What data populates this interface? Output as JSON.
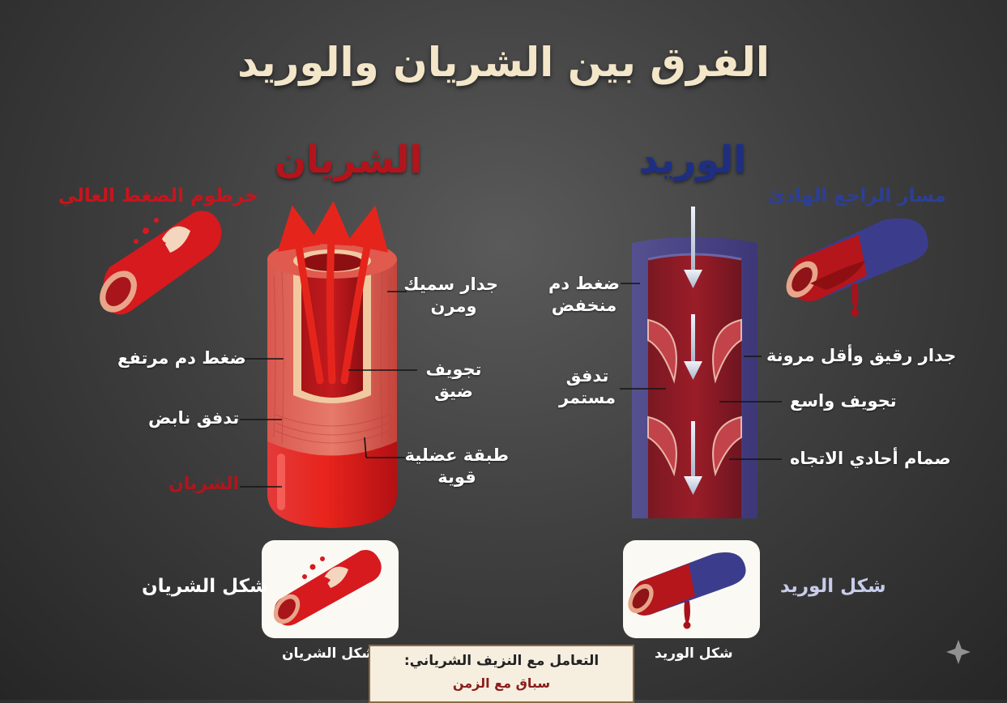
{
  "title": "الفرق بين الشريان والوريد",
  "artery": {
    "heading": "الشريان",
    "side_title": "خرطوم الضغط العالي",
    "labels": {
      "thick_wall_1": "جدار سميك",
      "thick_wall_2": "ومرن",
      "high_pressure": "ضغط دم مرتفع",
      "narrow_lumen_1": "تجويف",
      "narrow_lumen_2": "ضيق",
      "pulsatile_flow": "تدفق نابض",
      "muscle_layer_1": "طبقة عضلية",
      "muscle_layer_2": "قوية",
      "artery_label": "الشريان"
    },
    "shape_label": "شكل الشريان",
    "caption": "شكل الشريان"
  },
  "vein": {
    "heading": "الوريد",
    "side_title": "مسار الراجع الهادئ",
    "labels": {
      "low_pressure_1": "ضغط دم",
      "low_pressure_2": "منخفض",
      "thin_wall": "جدار رقيق وأقل مرونة",
      "continuous_flow_1": "تدفق",
      "continuous_flow_2": "مستمر",
      "wide_lumen": "تجويف واسع",
      "one_way_valve": "صمام أحادي الاتجاه"
    },
    "shape_label": "شكل الوريد",
    "caption": "شكل الوريد"
  },
  "banner": {
    "line1": "التعامل مع النزيف الشرياني:",
    "line2": "سباق مع الزمن"
  },
  "colors": {
    "title": "#f3e6c9",
    "artery_red": "#b3141c",
    "vein_blue": "#1e2f82",
    "artery_title": "#c8141c",
    "vein_title": "#2c3f96"
  }
}
